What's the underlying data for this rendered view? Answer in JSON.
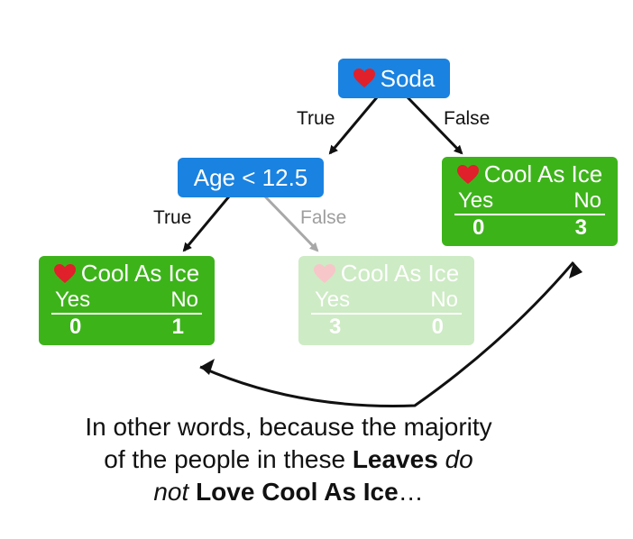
{
  "root": {
    "label": "Soda",
    "icon": "heart-icon"
  },
  "split": {
    "label": "Age < 12.5"
  },
  "edges": {
    "root_true": "True",
    "root_false": "False",
    "split_true": "True",
    "split_false": "False"
  },
  "leaves": [
    {
      "title": "Cool As Ice",
      "yes_label": "Yes",
      "no_label": "No",
      "yes": "0",
      "no": "1",
      "faded": false
    },
    {
      "title": "Cool As Ice",
      "yes_label": "Yes",
      "no_label": "No",
      "yes": "3",
      "no": "0",
      "faded": true
    },
    {
      "title": "Cool As Ice",
      "yes_label": "Yes",
      "no_label": "No",
      "yes": "0",
      "no": "3",
      "faded": false
    }
  ],
  "caption": {
    "line1": "In other words, because the majority",
    "line2a": "of the people in these ",
    "line2b": "Leaves",
    "line2c": " ",
    "line2d": "do",
    "line3a": "not",
    "line3b": " ",
    "line3c": "Love Cool As Ice",
    "line3d": "…"
  },
  "colors": {
    "node_blue": "#1a82e0",
    "leaf_green": "#3db31a",
    "heart_red": "#e0202a",
    "arrow": "#111111",
    "faded_arrow": "#a8a8a8"
  }
}
